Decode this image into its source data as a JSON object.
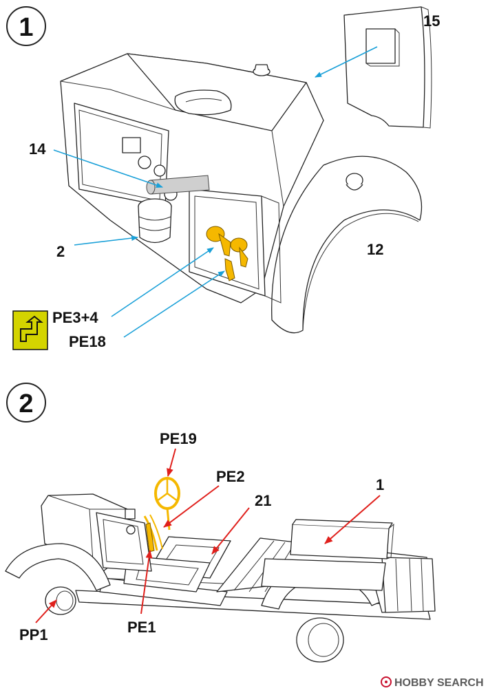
{
  "steps": [
    {
      "number": "1",
      "labels": {
        "p15": "15",
        "p14": "14",
        "p2": "2",
        "p12": "12",
        "pe34": "PE3+4",
        "pe18": "PE18"
      }
    },
    {
      "number": "2",
      "labels": {
        "pe19": "PE19",
        "pe2": "PE2",
        "p21": "21",
        "p1": "1",
        "pp1": "PP1",
        "pe1": "PE1"
      }
    }
  ],
  "watermark": {
    "text": "HOBBY SEARCH"
  },
  "colors": {
    "blue_arrow": "#1aa0d8",
    "red_arrow": "#e0201c",
    "photo_etch": "#f5b800",
    "flip_icon_bg": "#d4d400"
  },
  "icons": [
    "flip-part-icon",
    "hobby-search-logo-icon"
  ]
}
